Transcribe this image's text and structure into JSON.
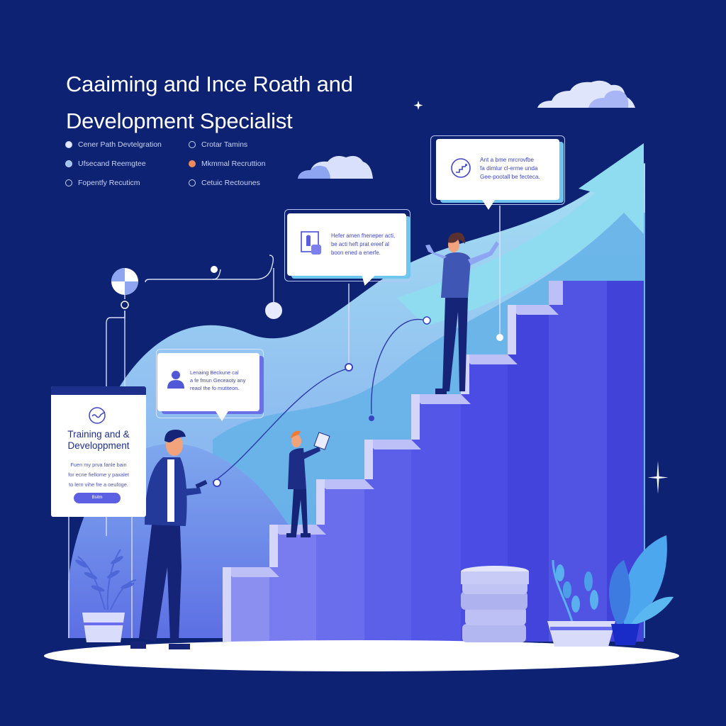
{
  "header": {
    "title_line1": "Caaiming and Ince Roath and",
    "title_line2": "Development Specialist"
  },
  "legend": {
    "items": [
      {
        "label": "Cener Path Devtelgration",
        "icon": "globe-icon"
      },
      {
        "label": "Crotar Tamins",
        "icon": "refresh-icon"
      },
      {
        "label": "Ufsecand Reemgtee",
        "icon": "globe-icon"
      },
      {
        "label": "Mkmmal Recruttion",
        "icon": "orange-circle-icon"
      },
      {
        "label": "Fopentfy Recuticm",
        "icon": "compass-icon"
      },
      {
        "label": "Cetuic Rectounes",
        "icon": "cycle-icon"
      }
    ]
  },
  "cards": {
    "top_right": {
      "icon": "growth-stairs-icon",
      "lines": [
        "Ant a bme mrcrovfbe",
        "fa dimlur cl-erme unda",
        "Gee-pootall be fecteca."
      ]
    },
    "middle": {
      "icon": "people-icon",
      "lines": [
        "Hefer amen fheneper acti,",
        "be acti heft prat ereef al",
        "boon ened a enerfe."
      ]
    },
    "left_speech": {
      "icon": "person-avatar-icon",
      "lines": [
        "Lenaing Beckune cal",
        "a fe fmun Geceaoty any",
        "reaol the fo mutiteon."
      ]
    },
    "training": {
      "icon": "handshake-logo-icon",
      "title_line1": "Training and &",
      "title_line2": "Developpment",
      "body": [
        "Fuen my prva fanle bain",
        "for ecne fiellome y paxalet",
        "to lern vihe fre a oeufoge."
      ],
      "button_label": "Bsitm"
    }
  },
  "colors": {
    "background": "#0d2272",
    "stairs_light": "#7274ee",
    "stairs_mid": "#5255e6",
    "stairs_dark": "#3d3ed8",
    "stair_tread": "#b9bdf3",
    "hill_light": "#9ee0f0",
    "hill_mid": "#63b0e8",
    "arrow": "#8fdcf0",
    "card_text": "#3f46c9",
    "ground": "#ffffff"
  }
}
